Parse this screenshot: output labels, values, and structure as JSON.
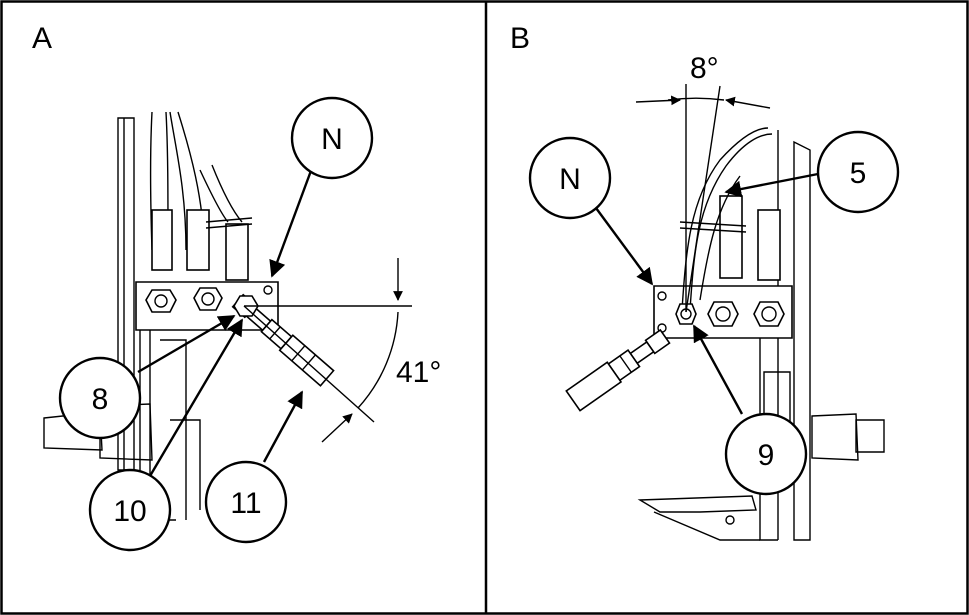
{
  "panels": {
    "a": {
      "letter": "A",
      "angle": "41°",
      "callouts": {
        "n": "N",
        "c8": "8",
        "c10": "10",
        "c11": "11"
      }
    },
    "b": {
      "letter": "B",
      "angle": "8°",
      "callouts": {
        "n": "N",
        "c5": "5",
        "c9": "9"
      }
    }
  },
  "colors": {
    "line": "#000000",
    "background": "#ffffff"
  }
}
